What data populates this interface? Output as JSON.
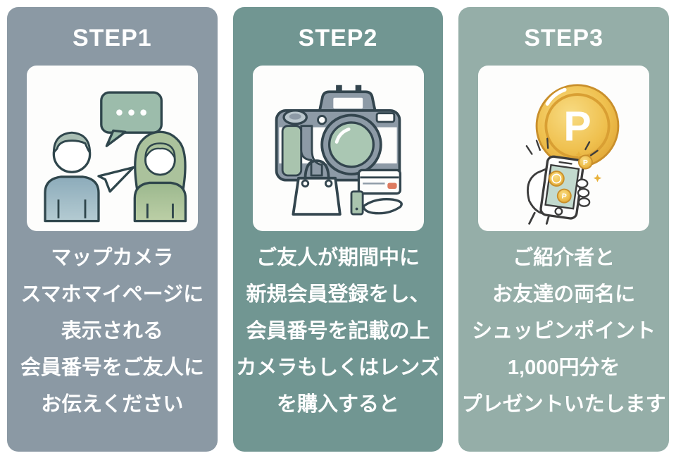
{
  "page": {
    "background_color": "#ffffff",
    "layout": "three-step-infographic"
  },
  "colors": {
    "step1_bg": "#8b99a4",
    "step2_bg": "#719692",
    "step3_bg": "#95aea8",
    "text": "#ffffff",
    "tile_bg": "#fdfdfc",
    "outline_dark": "#2f464c",
    "illus_green": "#a9c4ae",
    "illus_blue_gray": "#8d9aa6",
    "coin_gold": "#eebc4a",
    "coin_rim": "#c98f2b"
  },
  "steps": [
    {
      "title": "STEP1",
      "illustration": "two-people-talking",
      "lines": [
        "マップカメラ",
        "スマホマイページに",
        "表示される",
        "会員番号をご友人に",
        "お伝えください"
      ]
    },
    {
      "title": "STEP2",
      "illustration": "camera-bag-credit-card",
      "lines": [
        "ご友人が期間中に",
        "新規会員登録をし、",
        "会員番号を記載の上",
        "カメラもしくはレンズ",
        "を購入すると"
      ]
    },
    {
      "title": "STEP3",
      "illustration": "point-coin-smartphone",
      "lines": [
        "ご紹介者と",
        "お友達の両名に",
        "シュッピンポイント",
        "1,000円分を",
        "プレゼントいたします"
      ],
      "coin_letter": "P"
    }
  ]
}
